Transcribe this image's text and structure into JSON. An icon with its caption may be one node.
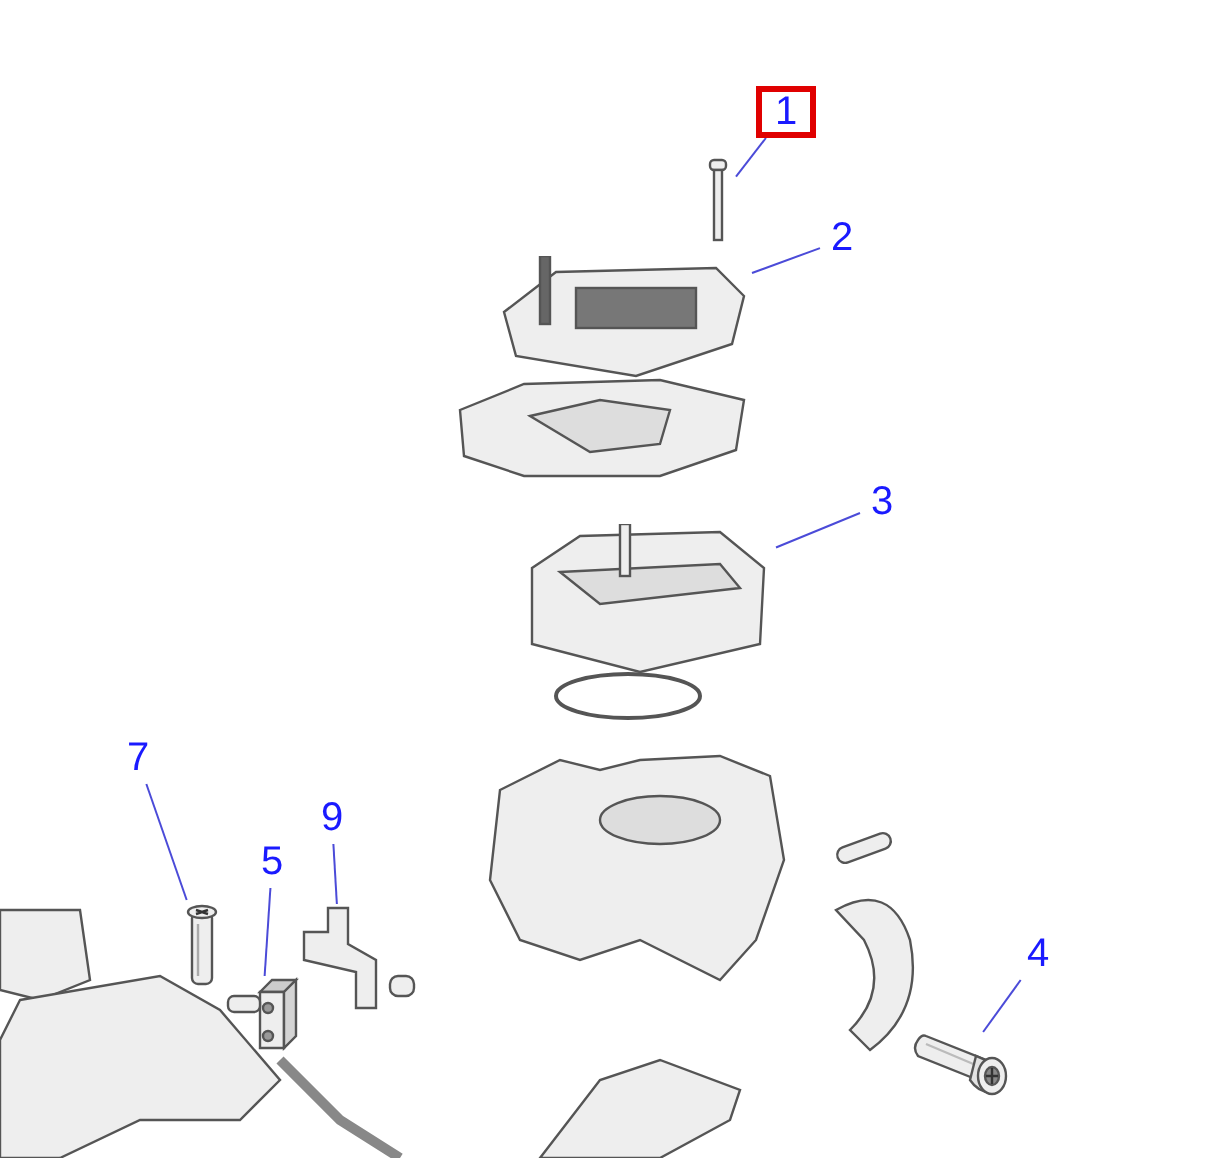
{
  "diagram": {
    "nodes": [
      {
        "text": [
          "1"
        ]
      },
      {
        "text": [
          "2"
        ]
      },
      {
        "text": [
          "3"
        ]
      },
      {
        "text": [
          "7"
        ]
      },
      {
        "text": [
          "9"
        ]
      },
      {
        "text": [
          "5"
        ]
      },
      {
        "text": [
          "4"
        ]
      },
      {
        "text": [],
        "shape": "picture"
      },
      {
        "text": [],
        "shape": "picture"
      },
      {
        "text": [],
        "shape": "picture"
      },
      {
        "text": [],
        "shape": "picture"
      },
      {
        "text": [],
        "shape": "picture"
      },
      {
        "text": [],
        "shape": "picture"
      },
      {
        "text": [],
        "shape": "picture"
      }
    ],
    "edges": [
      {
        "from": 0,
        "to": 7,
        "arrow": "none"
      },
      {
        "from": 1,
        "to": 8,
        "arrow": "none"
      },
      {
        "from": 2,
        "to": 9,
        "arrow": "none"
      },
      {
        "from": 3,
        "to": 10,
        "arrow": "none"
      },
      {
        "from": 4,
        "to": 11,
        "arrow": "none"
      },
      {
        "from": 5,
        "to": 12,
        "arrow": "none"
      },
      {
        "from": 6,
        "to": 13,
        "arrow": "none"
      }
    ]
  }
}
